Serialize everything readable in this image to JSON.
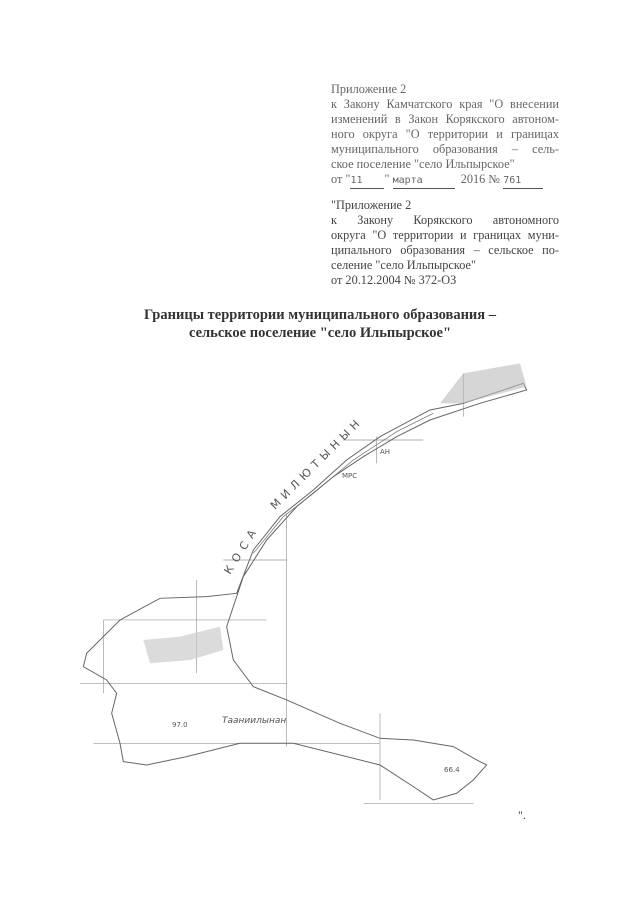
{
  "appendix_header": {
    "lines": [
      "Приложение 2",
      "к Закону Камчатского края \"О внесении",
      "изменений в Закон Корякского автоном-",
      "ного округа \"О территории и границах",
      "муниципального образования – сель-",
      "ское поселение \"село Ильпырское\""
    ],
    "date_prefix": "от \"",
    "day": "11",
    "month": "марта",
    "year": "2016 №",
    "number": "761"
  },
  "original_appendix": {
    "lines": [
      "\"Приложение 2",
      "к Закону Корякского автономного",
      "округа \"О территории и границах муни-",
      "ципального образования – сельское по-",
      "селение \"село Ильпырское\"",
      "от 20.12.2004 № 372-ОЗ"
    ]
  },
  "title": {
    "line1": "Границы территории муниципального образования –",
    "line2": "сельское поселение \"село Ильпырское\""
  },
  "map": {
    "labels": {
      "spit": "КОСА",
      "spit_name": "МИЛЮТЫНЫН",
      "mrs": "МРС",
      "an": "АН",
      "lake": "Тааниилынан",
      "height1": "97.0",
      "height2": "66.4"
    },
    "line_color": "#555555"
  },
  "closing_quote": "\"."
}
